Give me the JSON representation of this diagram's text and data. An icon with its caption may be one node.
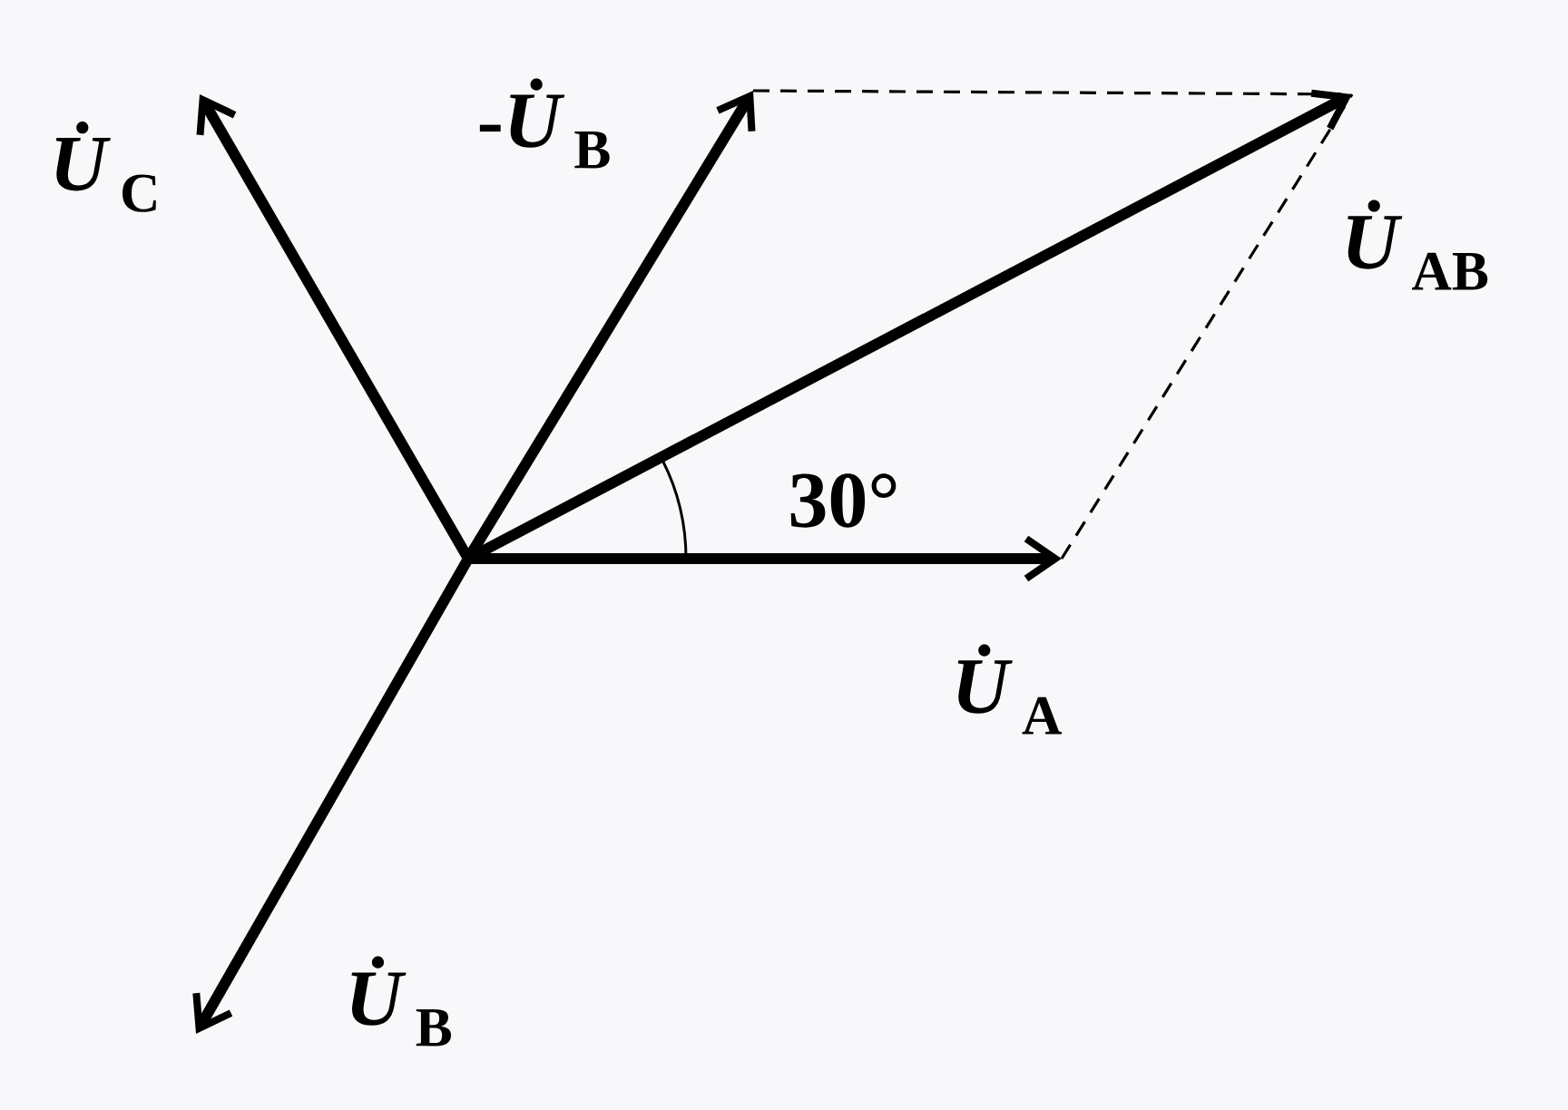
{
  "diagram": {
    "nodes": [
      {
        "text": [
          "*U̇*$_{C}$"
        ]
      },
      {
        "text": [
          "-*U̇*$_{B}$"
        ]
      },
      {
        "text": [
          "*U̇*$_{AB}$"
        ]
      },
      {
        "text": [
          "*U̇*$_{A}$"
        ]
      },
      {
        "text": [
          "*U̇*$_{B}$"
        ]
      }
    ],
    "edges": [
      {
        "from": null,
        "to": 0,
        "arrow": "to"
      },
      {
        "from": null,
        "to": 1,
        "arrow": "to"
      },
      {
        "from": null,
        "to": 2,
        "arrow": "to"
      },
      {
        "from": null,
        "to": 3,
        "arrow": "to"
      },
      {
        "from": null,
        "to": 4,
        "arrow": "to"
      },
      {
        "from": 1,
        "to": 2,
        "arrow": "none",
        "style": "dashed"
      },
      {
        "from": 3,
        "to": 2,
        "arrow": "none",
        "style": "dashed"
      }
    ],
    "labels": [
      "30°"
    ]
  }
}
